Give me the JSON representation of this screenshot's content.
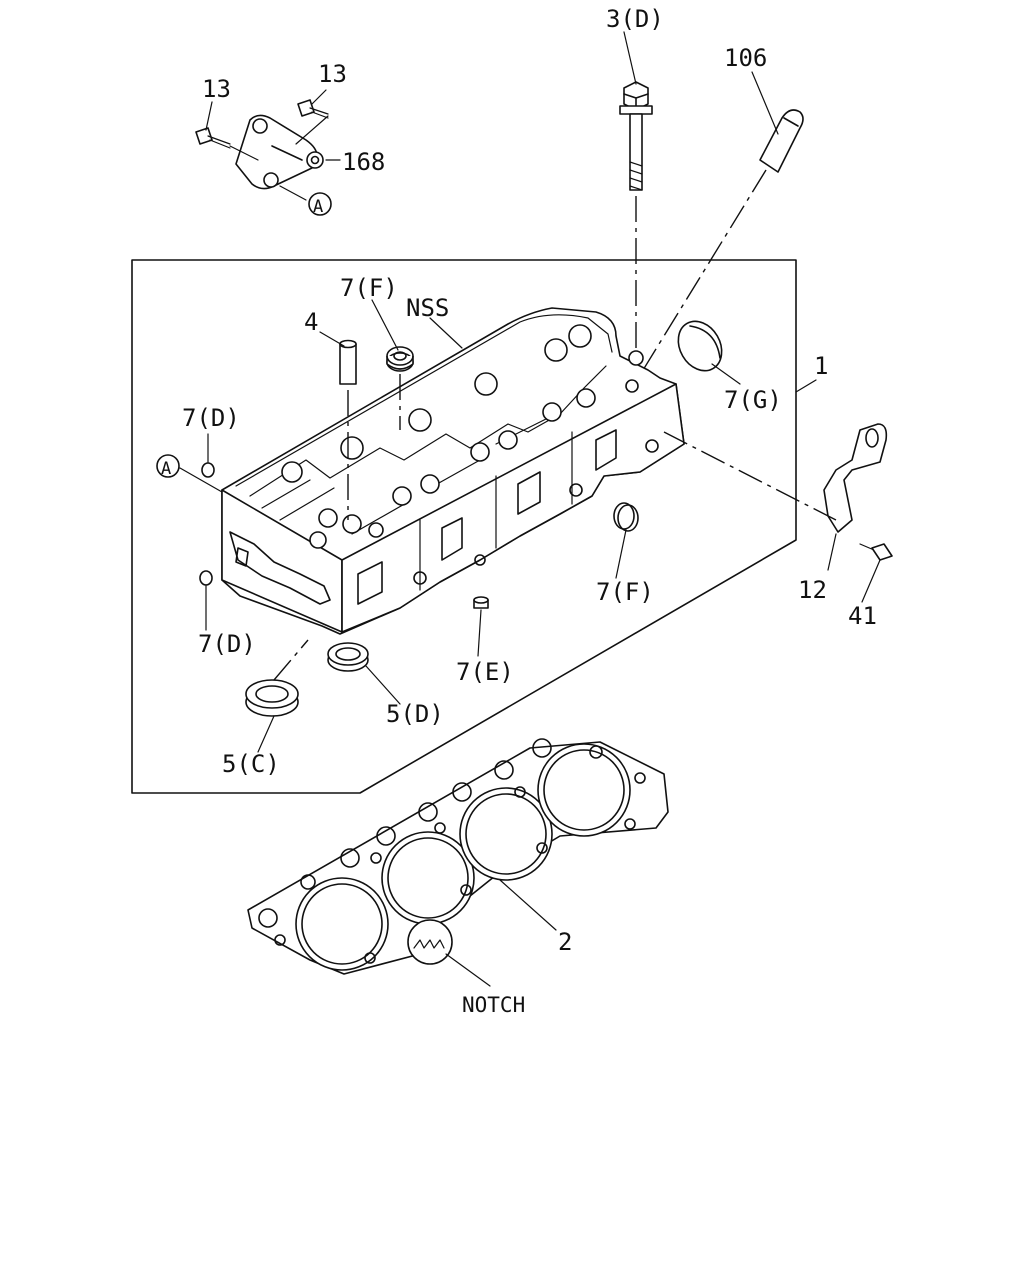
{
  "labels": {
    "l3d": "3(D)",
    "l106": "106",
    "l13a": "13",
    "l13b": "13",
    "l168": "168",
    "lA1": "A",
    "l7f_top": "7(F)",
    "lnss": "NSS",
    "l4": "4",
    "l7d_top": "7(D)",
    "lA2": "A",
    "l1": "1",
    "l7g": "7(G)",
    "l12": "12",
    "l41": "41",
    "l7f_mid": "7(F)",
    "l7d_bot": "7(D)",
    "l7e": "7(E)",
    "l5d": "5(D)",
    "l5c": "5(C)",
    "l2": "2",
    "lnotch": "NOTCH"
  }
}
